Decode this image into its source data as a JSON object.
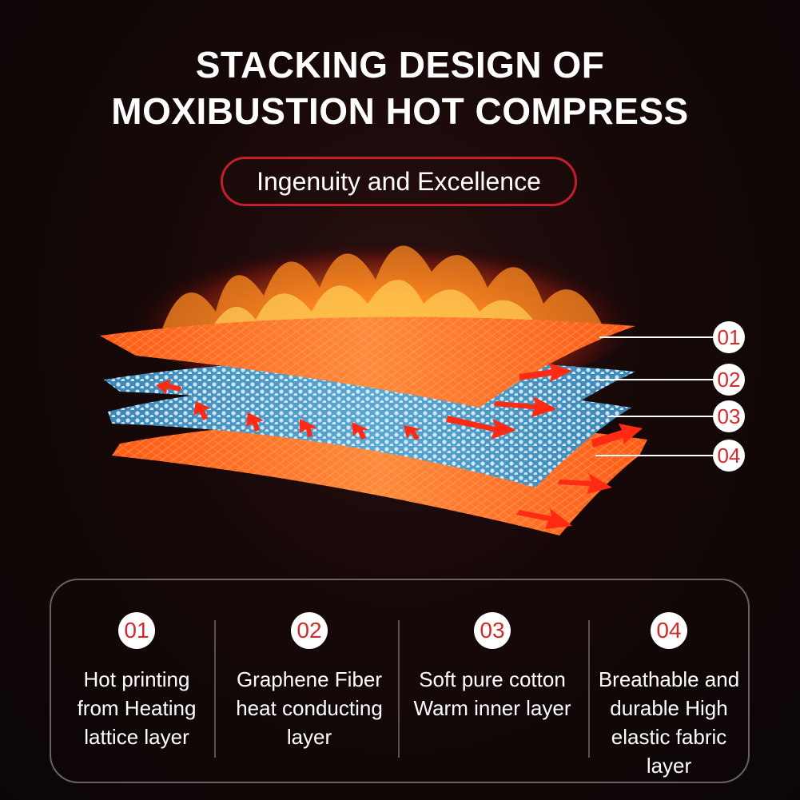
{
  "header": {
    "title_line1": "STACKING DESIGN OF",
    "title_line2": "MOXIBUSTION HOT COMPRESS",
    "subtitle": "Ingenuity and Excellence"
  },
  "callouts": [
    "01",
    "02",
    "03",
    "04"
  ],
  "layers": [
    {
      "number": "01",
      "text": "Hot printing\nfrom Heating\nlattice layer"
    },
    {
      "number": "02",
      "text": "Graphene Fiber\nheat conducting\nlayer"
    },
    {
      "number": "03",
      "text": "Soft pure cotton\nWarm inner layer"
    },
    {
      "number": "04",
      "text": "Breathable and\ndurable High\nelastic fabric\nlayer"
    }
  ],
  "colors": {
    "accent_red": "#c41e2a",
    "number_red": "#d32a2a",
    "flame_orange": "#ff6a1a",
    "layer_blue": "#3c8ab8"
  },
  "icons": [
    "flame-illustration",
    "heat-arrow-icon"
  ]
}
